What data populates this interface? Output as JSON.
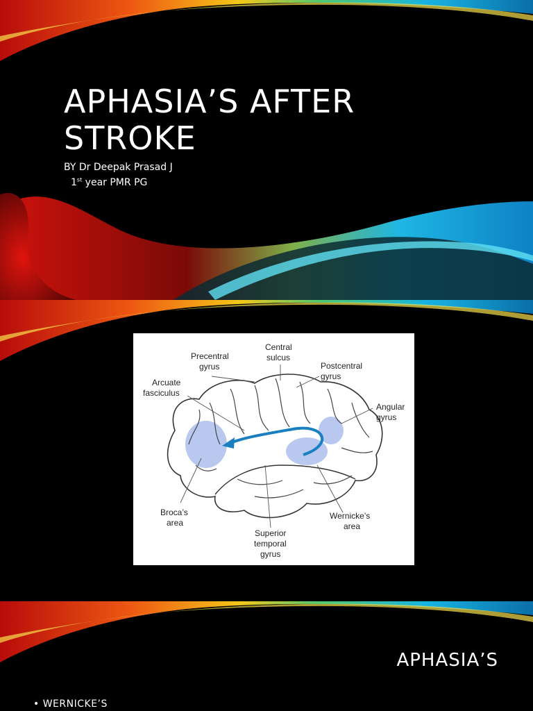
{
  "slide1": {
    "title_line1": "APHASIA’S AFTER",
    "title_line2": "STROKE",
    "subtitle_line1": "BY Dr Deepak Prasad J",
    "subtitle_line2_num": "1",
    "subtitle_line2_sup": "st",
    "subtitle_line2_rest": " year PMR PG"
  },
  "slide2": {
    "labels": {
      "precentral_1": "Precentral",
      "precentral_2": "gyrus",
      "central_1": "Central",
      "central_2": "sulcus",
      "postcentral_1": "Postcentral",
      "postcentral_2": "gyrus",
      "arcuate_1": "Arcuate",
      "arcuate_2": "fasciculus",
      "angular_1": "Angular",
      "angular_2": "gyrus",
      "broca_1": "Broca’s",
      "broca_2": "area",
      "wernicke_1": "Wernicke’s",
      "wernicke_2": "area",
      "superior_1": "Superior",
      "superior_2": "temporal",
      "superior_3": "gyrus"
    }
  },
  "slide3": {
    "title": "APHASIA’S",
    "bullet": "WERNICKE’S"
  },
  "colors": {
    "background": "#000000",
    "swoosh_red": "#c8100c",
    "swoosh_orange": "#f08a10",
    "swoosh_yellow": "#f5d21a",
    "swoosh_green": "#3cc878",
    "swoosh_cyan": "#16b9e6",
    "arcuate_arrow": "#1a7fc0",
    "area_highlight": "#b8c8ee"
  }
}
